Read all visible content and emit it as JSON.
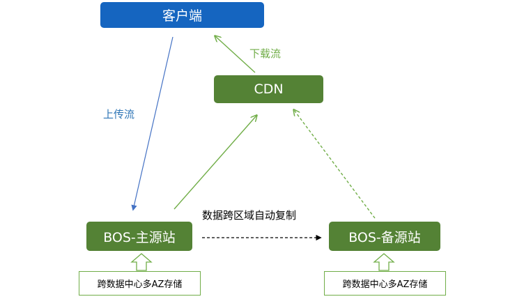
{
  "nodes": {
    "client": "客户端",
    "cdn": "CDN",
    "bos_main": "BOS-主源站",
    "bos_backup": "BOS-备源站",
    "storage_main": "跨数据中心多AZ存储",
    "storage_backup": "跨数据中心多AZ存储"
  },
  "edges": {
    "upload": "上传流",
    "download": "下载流",
    "replication": "数据跨区域自动复制"
  },
  "colors": {
    "client_fill": "#1565c0",
    "node_fill": "#548235",
    "upload_line": "#4472c4",
    "green_line": "#70ad47",
    "replication_line": "#000000"
  }
}
